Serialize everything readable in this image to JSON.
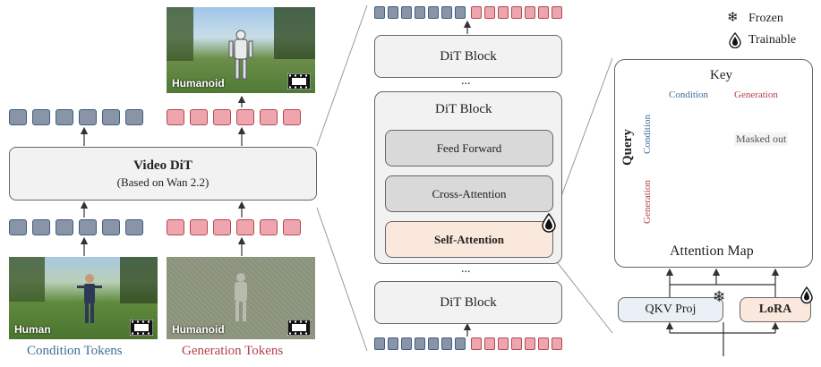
{
  "legend": {
    "frozen": "Frozen",
    "trainable": "Trainable"
  },
  "left": {
    "top_image_label": "Humanoid",
    "video_dit_title": "Video DiT",
    "video_dit_subtitle": "(Based on Wan 2.2)",
    "human_image_label": "Human",
    "humanoid_image_label": "Humanoid",
    "condition_caption": "Condition Tokens",
    "generation_caption": "Generation Tokens"
  },
  "middle": {
    "dit_block_top": "DiT Block",
    "dots_top": "...",
    "dit_block_main": "DiT Block",
    "feed_forward": "Feed Forward",
    "cross_attention": "Cross-Attention",
    "self_attention": "Self-Attention",
    "dots_bottom": "...",
    "dit_block_bottom": "DiT Block"
  },
  "right": {
    "key_label": "Key",
    "query_label": "Query",
    "condition_col": "Condition",
    "generation_col": "Generation",
    "condition_row": "Condition",
    "generation_row": "Generation",
    "masked_out": "Masked out",
    "attention_map": "Attention Map",
    "qkv_proj": "QKV Proj",
    "lora": "LoRA"
  },
  "colors": {
    "condition_fill": "#8995a6",
    "condition_stroke": "#3d5f82",
    "generation_fill": "#eea5ad",
    "generation_stroke": "#b34a55",
    "self_attention_fill": "#fbe8dc",
    "gray_block_fill": "#d9d9d9",
    "light_block_fill": "#f2f2f2",
    "condition_text": "#3e6e99",
    "generation_text": "#b3404b"
  },
  "icons": {
    "frozen": "snowflake-icon",
    "trainable": "droplet-icon",
    "video": "film-strip-icon"
  }
}
